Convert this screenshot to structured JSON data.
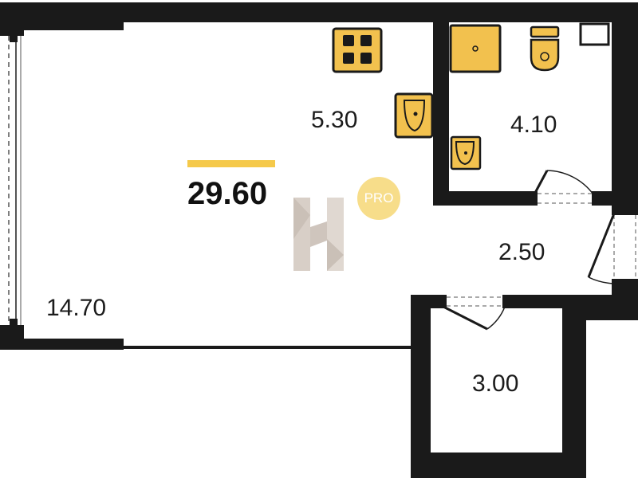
{
  "plan": {
    "total_area": "29.60",
    "rooms": {
      "living_room": "14.70",
      "kitchen": "5.30",
      "bathroom": "4.10",
      "hallway": "2.50",
      "storage": "3.00"
    }
  },
  "badge": {
    "text": "PRO"
  },
  "logo": {
    "letter": "H"
  },
  "colors": {
    "wall": "#1a1a1a",
    "fixture_fill": "#f2c14e",
    "accent_bar": "#f5c94a",
    "badge_fill": "#f7dd8a",
    "logo": "#c9bcb2",
    "window_line": "#555555"
  }
}
